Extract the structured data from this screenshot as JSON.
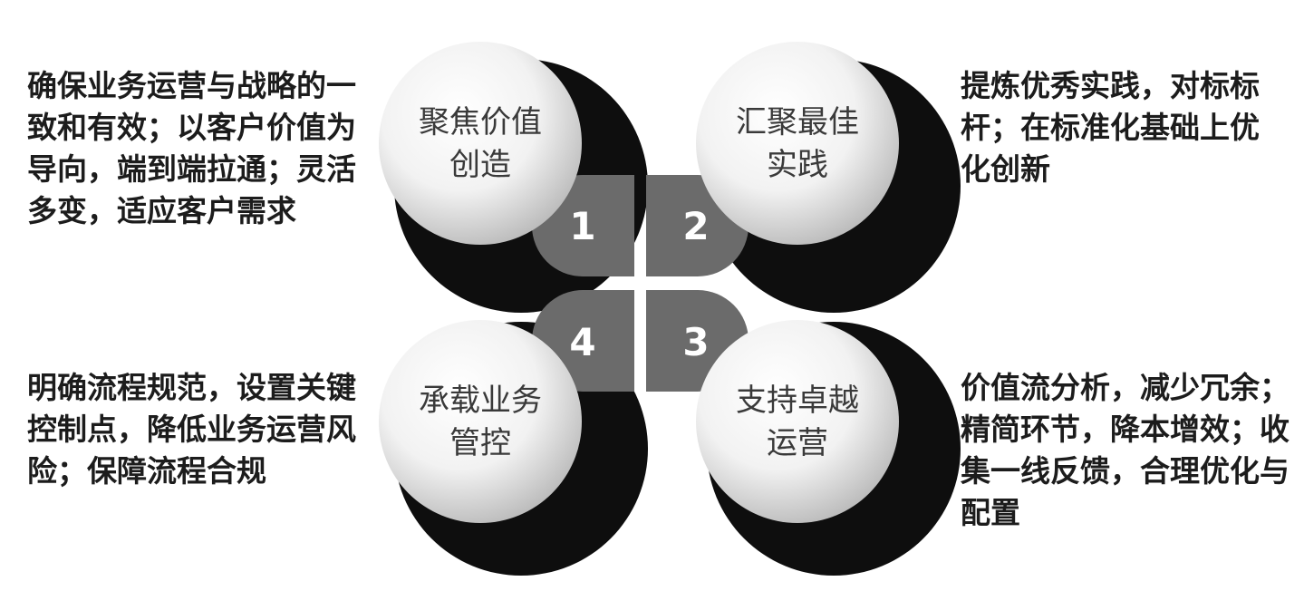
{
  "quadrants": [
    {
      "number": "1",
      "title_line1": "聚焦价值",
      "title_line2": "创造",
      "desc": [
        "确保业务运营与战略的一",
        "致和有效；以客户价值为",
        "导向，端到端拉通；灵活",
        "多变，适应客户需求"
      ]
    },
    {
      "number": "2",
      "title_line1": "汇聚最佳",
      "title_line2": "实践",
      "desc": [
        "提炼优秀实践，对标标",
        "杆；在标准化基础上优",
        "化创新"
      ]
    },
    {
      "number": "3",
      "title_line1": "支持卓越",
      "title_line2": "运营",
      "desc": [
        "价值流分析，减少冗余；",
        "精简环节，降本增效；收",
        "集一线反馈，合理优化与",
        "配置"
      ]
    },
    {
      "number": "4",
      "title_line1": "承载业务",
      "title_line2": "管控",
      "desc": [
        "明确流程规范，设置关键",
        "控制点，降低业务运营风",
        "险；保障流程合规"
      ]
    }
  ],
  "colors": {
    "petal": "#6b6b6b",
    "shadow": "#0e0e0e",
    "circle_light": "#ffffff",
    "circle_dark": "#bdbdbd"
  }
}
